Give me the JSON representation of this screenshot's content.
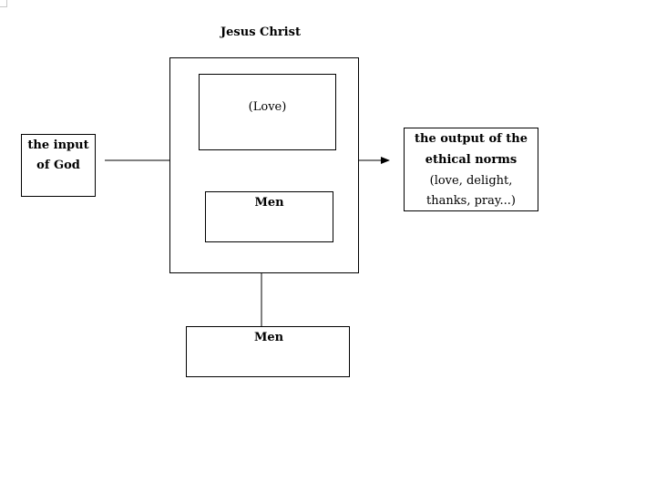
{
  "diagram": {
    "title": "Jesus Christ",
    "input_box": {
      "line1": "the input",
      "line2": "of God"
    },
    "love_box": {
      "label": "(Love)"
    },
    "inner_men_box": {
      "label": "Men"
    },
    "output_box": {
      "line1": "the output of the",
      "line2": "ethical norms",
      "line3": "(love, delight,",
      "line4": "thanks, pray...)"
    },
    "bottom_men_box": {
      "label": "Men"
    }
  }
}
